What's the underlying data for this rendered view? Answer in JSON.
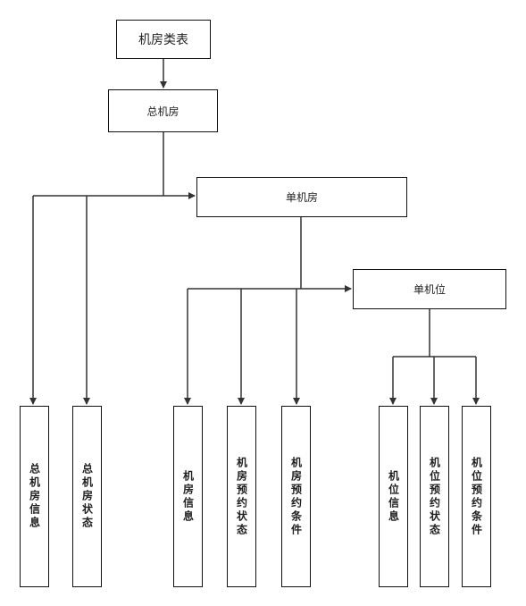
{
  "nodes": {
    "root": "机房类表",
    "total_room": "总机房",
    "single_room": "单机房",
    "single_seat": "单机位",
    "leaf_total_info": "总机房信息",
    "leaf_total_status": "总机房状态",
    "leaf_room_info": "机房信息",
    "leaf_room_booking_status": "机房预约状态",
    "leaf_room_booking_cond": "机房预约条件",
    "leaf_seat_info": "机位信息",
    "leaf_seat_booking_status": "机位预约状态",
    "leaf_seat_booking_cond": "机位预约条件"
  },
  "colors": {
    "line": "#333333",
    "border": "#111111"
  }
}
